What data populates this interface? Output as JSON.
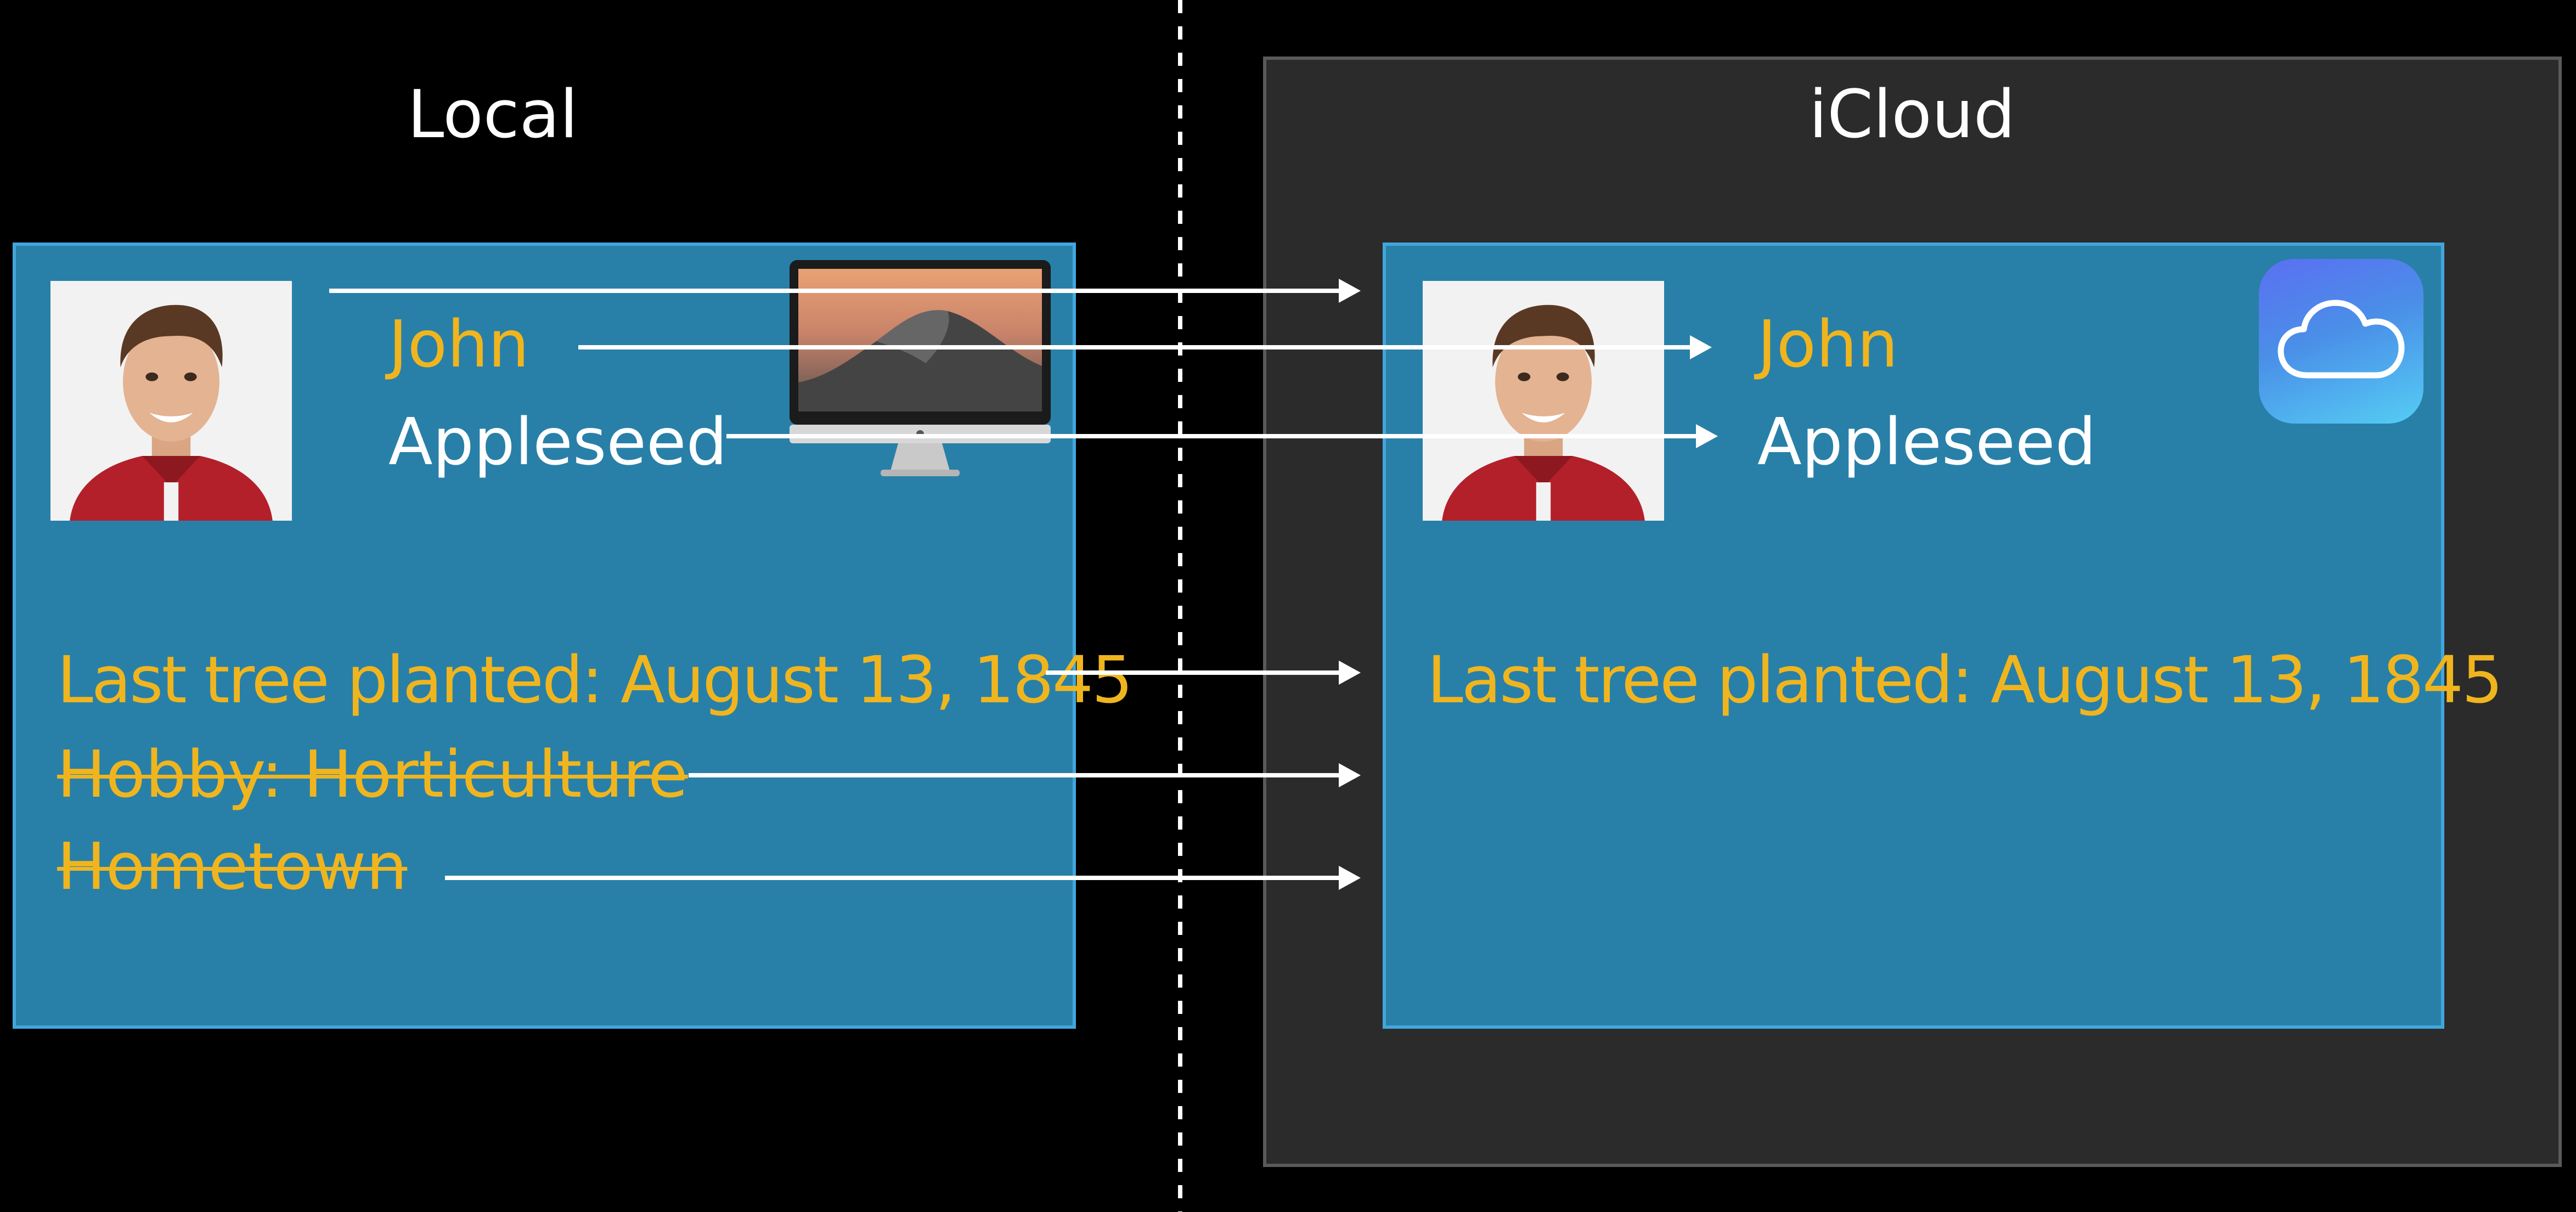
{
  "headings": {
    "local": "Local",
    "icloud": "iCloud"
  },
  "local_record": {
    "first_name": "John",
    "last_name": "Appleseed",
    "fields": [
      {
        "text": "Last tree planted: August 13, 1845",
        "deleted": false
      },
      {
        "text": "Hobby: Horticulture",
        "deleted": true
      },
      {
        "text": "Hometown",
        "deleted": true
      }
    ]
  },
  "icloud_record": {
    "first_name": "John",
    "last_name": "Appleseed",
    "fields": [
      {
        "text": "Last tree planted: August 13, 1845"
      }
    ]
  },
  "icons": {
    "local_device": "imac-icon",
    "cloud_service": "icloud-icon",
    "avatar": "contact-photo"
  },
  "colors": {
    "background": "#000000",
    "icloud_zone": "#2b2b2b",
    "record_fill": "#2880a8",
    "record_border": "#42a6dc",
    "first_name_and_fields": "#f0b51e",
    "last_name": "#ffffff"
  }
}
